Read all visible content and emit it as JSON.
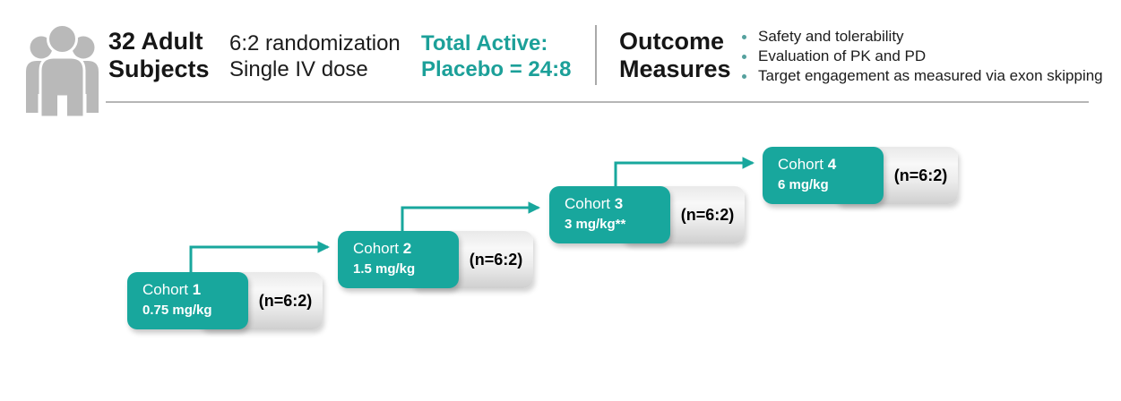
{
  "header": {
    "subjects": {
      "line1": "32 Adult",
      "line2": "Subjects"
    },
    "dosing": {
      "line1": "6:2 randomization",
      "line2": "Single IV dose"
    },
    "total_active": {
      "line1": "Total Active:",
      "line2": "Placebo = 24:8"
    },
    "outcome": {
      "line1": "Outcome",
      "line2": "Measures"
    },
    "outcome_bullets": [
      "Safety and tolerability",
      "Evaluation of PK and PD",
      "Target engagement as measured via exon skipping"
    ]
  },
  "cohorts": [
    {
      "label": "Cohort",
      "number": "1",
      "dose": "0.75 mg/kg",
      "n": "(n=6:2)"
    },
    {
      "label": "Cohort",
      "number": "2",
      "dose": "1.5 mg/kg",
      "n": "(n=6:2)"
    },
    {
      "label": "Cohort",
      "number": "3",
      "dose": "3 mg/kg**",
      "n": "(n=6:2)"
    },
    {
      "label": "Cohort",
      "number": "4",
      "dose": "6 mg/kg",
      "n": "(n=6:2)"
    }
  ],
  "icons": {
    "people": "people-group-icon"
  },
  "colors": {
    "teal": "#18a79d",
    "teal_text": "#1ca099",
    "icon_gray": "#b9b9b9",
    "rule_gray": "#b6b6b6",
    "divider_gray": "#a9a9a9",
    "bullet_teal": "#55a19e"
  }
}
